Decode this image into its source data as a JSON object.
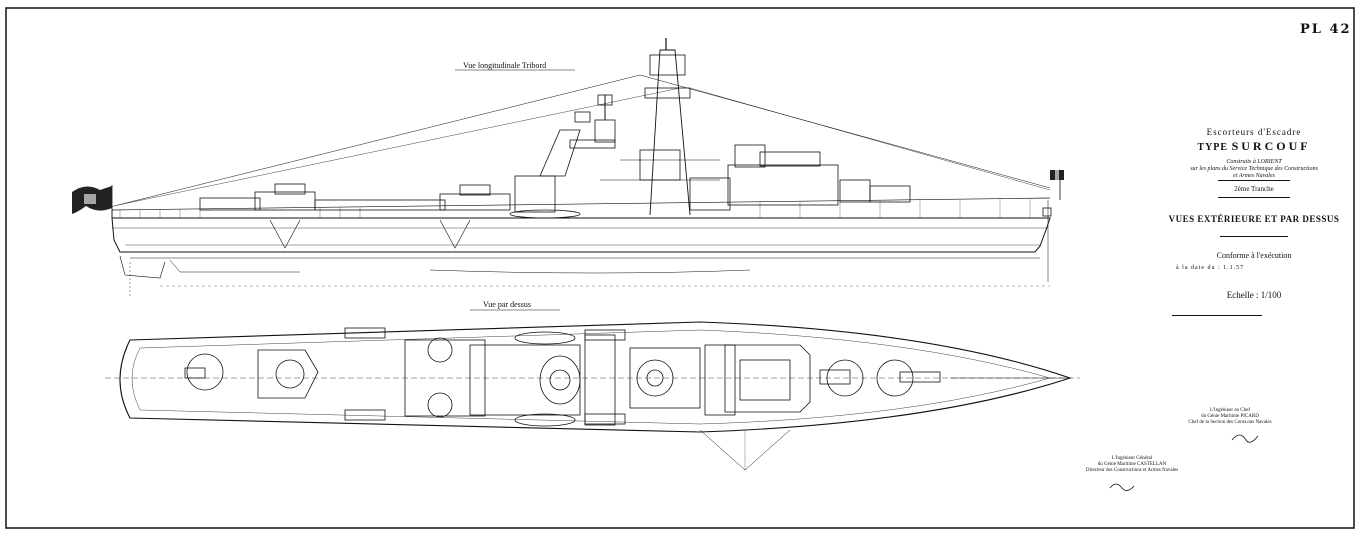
{
  "plate": {
    "label": "PL 42"
  },
  "views": {
    "side_caption": "Vue longitudinale Tribord",
    "top_caption": "Vue par dessus"
  },
  "title_block": {
    "line1": "Escorteurs d'Escadre",
    "type_prefix": "TYPE",
    "ship_type": "SURCOUF",
    "built": "Construits à LORIENT",
    "plans_line1": "sur les plans du Service Technique des Constructions",
    "plans_line2": "et Armes Navales",
    "tranche": "2ème Tranche",
    "views_title": "VUES EXTÉRIEURE ET PAR DESSUS",
    "conformity": "Conforme à l'exécution",
    "date_line": "à la date du : 1.1.57",
    "scale": "Echelle : 1/100"
  },
  "signatures": {
    "chief": {
      "role": "L'Ingénieur en Chef",
      "corps": "du Génie Maritime PICARD",
      "service": "Chef de la Section des Const.ons Navales"
    },
    "general": {
      "role": "L'Ingénieur Général",
      "corps": "du Génie Maritime CASTELLAN",
      "service": "Directeur des Constructions et Armes Navales"
    }
  },
  "colors": {
    "ink": "#111111",
    "paper": "#ffffff"
  }
}
